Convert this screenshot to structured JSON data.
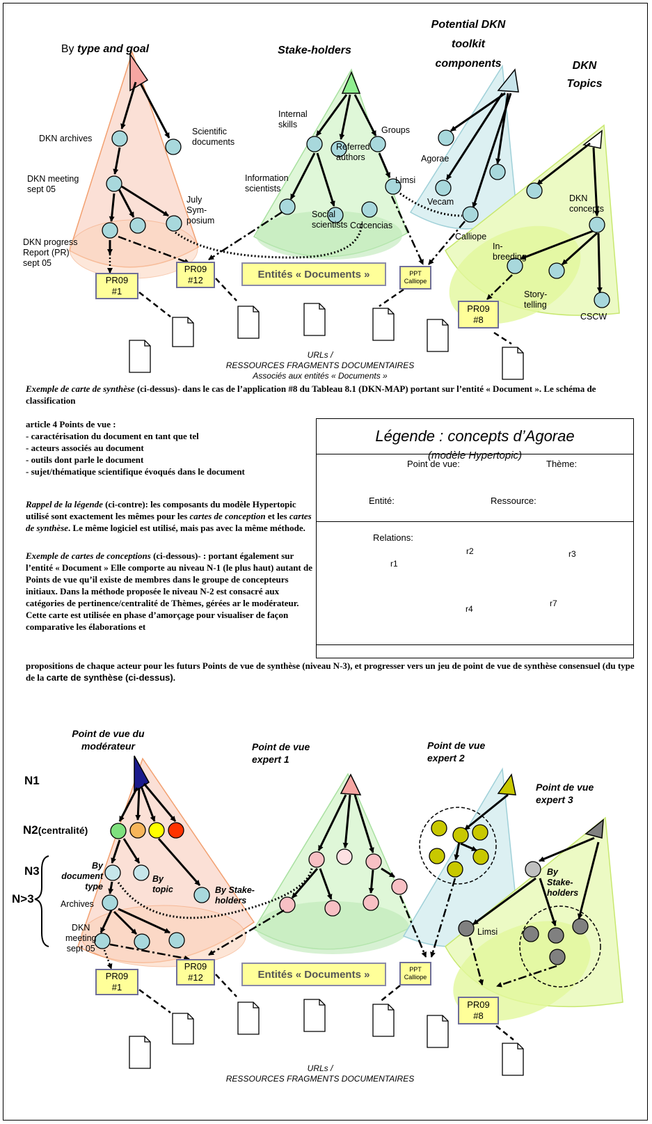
{
  "top_map": {
    "viewpoints": {
      "type_goal_prefix": "By",
      "type_goal": "type and goal",
      "stakeholders": "Stake-holders",
      "toolkit": "Potential DKN\ntoolkit\ncomponents",
      "topics": "DKN\nTopics"
    },
    "labels": {
      "dkn_archives": "DKN archives",
      "scientific_documents": "Scientific\ndocuments",
      "dkn_meeting": "DKN meeting\nsept 05",
      "july_symposium": "July\nSym-\nposium",
      "dkn_progress": "DKN progress\nReport (PR)\nsept 05",
      "internal_skills": "Internal\nskills",
      "referred_authors": "Referred\nauthors",
      "groups": "Groups",
      "information_scientists": "Information\nscientists",
      "limsi": "Limsi",
      "social_scientists": "Social\nscientists",
      "colcencias": "Colcencias",
      "agorae": "Agorae",
      "vecam": "Vecam",
      "calliope": "Calliope",
      "dkn_concepts": "DKN\nconcepts",
      "inbreeding": "In-\nbreeding",
      "storytelling": "Story-\ntelling",
      "cscw": "CSCW"
    },
    "entities": {
      "pr09_1": "PR09\n#1",
      "pr09_12": "PR09\n#12",
      "documents": "Entités « Documents »",
      "ppt": "PPT\nCalliope",
      "pr09_8": "PR09\n#8"
    },
    "urls": "URLs /\nRESSOURCES FRAGMENTS DOCUMENTAIRES\nAssociés aux entités « Documents »"
  },
  "text": {
    "p1_italic": "Exemple de carte de synthèse",
    "p1_rest": " (ci-dessus)- dans le cas de l’application #8 du Tableau 8.1 (DKN-MAP) portant sur l’entité « Document ». Le schéma de classification",
    "p1_line2": "article 4 Points de vue :",
    "bullets": [
      "- caractérisation du document en tant que tel",
      "- acteurs associés au document",
      "- outils dont parle le document",
      "- sujet/thématique scientifique évoqués dans le document"
    ],
    "rappel_italic": "Rappel de la légende",
    "rappel_a": " (ci-contre): les composants du modèle Hypertopic utilisé sont exactement les mêmes pour les ",
    "rappel_it1": "cartes de conception",
    "rappel_b": " et les ",
    "rappel_it2": "cartes de synthèse",
    "rappel_c": ". Le même logiciel est utilisé, mais pas avec la même méthode.",
    "concep_italic": "Exemple de cartes de conceptions",
    "concep_rest": " (ci-dessous)- : portant également sur l’entité « Document » Elle comporte au niveau N-1 (le plus haut) autant de Points de vue qu’il existe de membres dans le groupe de concepteurs initiaux. Dans la méthode proposée le niveau N-2 est consacré aux catégories de pertinence/centralité de Thèmes, gérées ar le modérateur. Cette carte est utilisée en phase d’amorçage pour visualiser de façon comparative les élaborations et",
    "full_line": "propositions de chaque acteur pour les futurs Points de vue de synthèse (niveau N-3), et progresser vers un jeu de point de vue de synthèse consensuel (du type de la ",
    "full_line_sans": "carte de synthèse (ci-dessus)",
    "full_line_end": "."
  },
  "legend": {
    "title": "Légende : concepts d’Agorae",
    "subtitle": "(modèle Hypertopic)",
    "point_de_vue": "Point de vue:",
    "theme": "Thème:",
    "entite": "Entité:",
    "ressource": "Ressource:",
    "relations": "Relations:",
    "r1": "r1",
    "r2": "r2",
    "r3": "r3",
    "r4": "r4",
    "r7": "r7"
  },
  "bottom_map": {
    "levels": {
      "n1": "N1",
      "n2": "N2",
      "n2_suffix": "(centralité)",
      "n3": "N3",
      "n4": "N>3"
    },
    "viewpoints": {
      "moderator": "Point de vue du\nmodérateur",
      "expert1": "Point de vue\nexpert 1",
      "expert2": "Point de vue\nexpert 2",
      "expert3": "Point de vue\nexpert 3"
    },
    "labels": {
      "by_document_type": "By\ndocument\ntype",
      "by_topic": "By\ntopic",
      "by_stakeholders": "By Stake-\nholders",
      "archives": "Archives",
      "dkn_meeting": "DKN\nmeeting\nsept 05",
      "by_stakeholders_e3": "By\nStake-\nholders",
      "limsi": "Limsi"
    },
    "entities": {
      "pr09_1": "PR09\n#1",
      "pr09_12": "PR09\n#12",
      "documents": "Entités « Documents »",
      "ppt": "PPT\nCalliope",
      "pr09_8": "PR09\n#8"
    },
    "urls": "URLs /\nRESSOURCES FRAGMENTS DOCUMENTAIRES"
  },
  "colors": {
    "theme": "#a8d8dc",
    "entity": "#ffff99",
    "cone_pink": "#f6c6b8",
    "cone_green": "#c8f0c0",
    "cone_blue": "#c8e8ec",
    "cone_yellow": "#e4f8a8",
    "moderator": "#1a1a8c",
    "centrality": [
      "#7ee07e",
      "#f7b55a",
      "#ffff00",
      "#ff3300"
    ],
    "expert_pink": "#f8c0c4",
    "expert_olive": "#c8c800",
    "expert_gray": "#808080",
    "r3": "#cc3300"
  }
}
